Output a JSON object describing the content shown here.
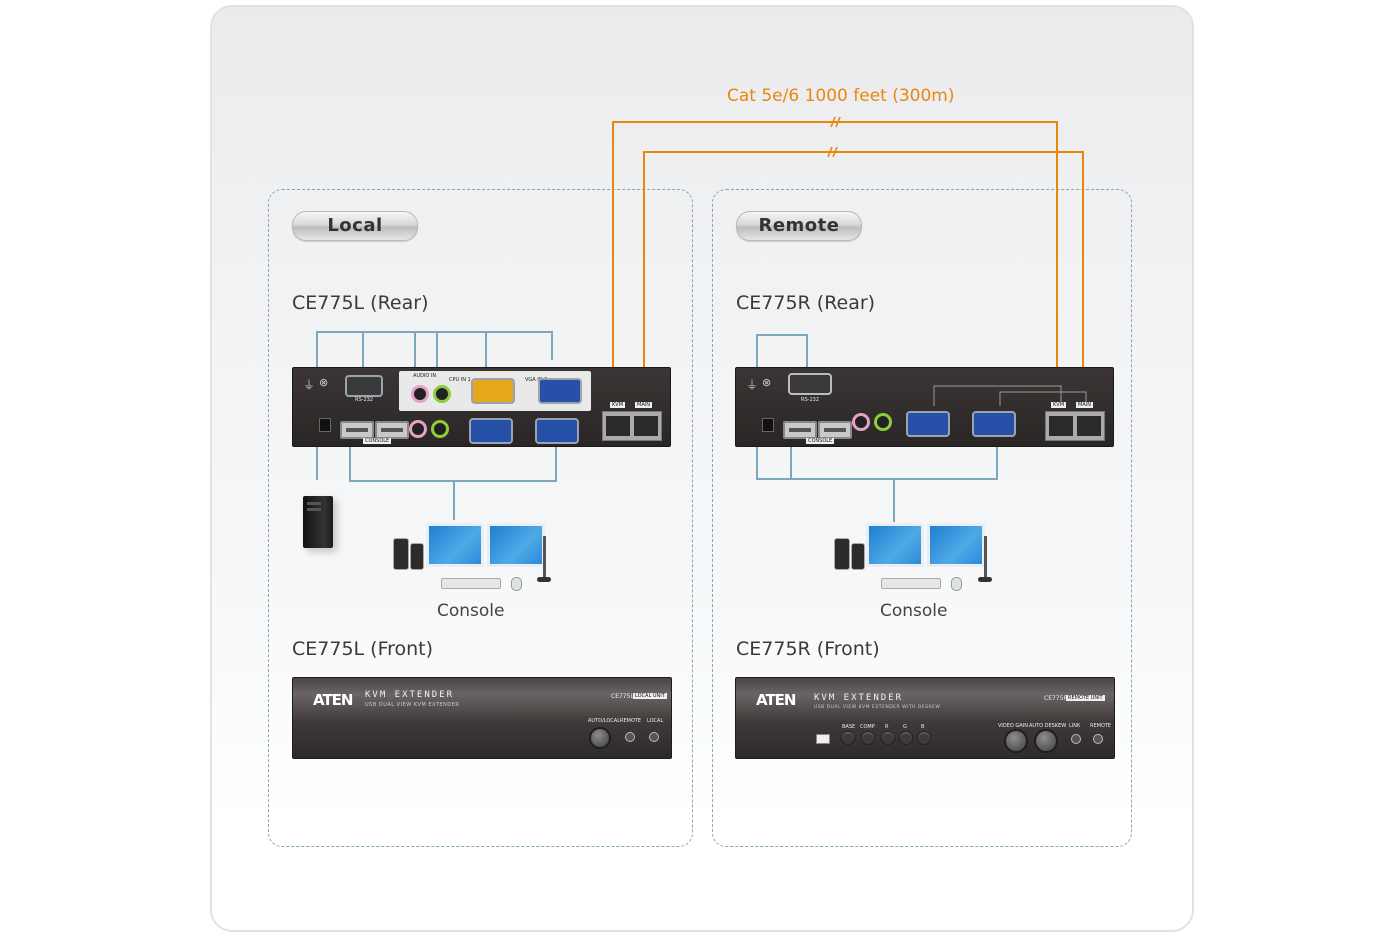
{
  "cable": {
    "label": "Cat 5e/6 1000 feet (300m)",
    "color": "#e8870f"
  },
  "connector_line_color": "#7ea7bf",
  "local": {
    "badge": "Local",
    "rear_title": "CE775L (Rear)",
    "front_title": "CE775L (Front)",
    "console_label": "Console",
    "rear_panel": {
      "rs232": "RS-232",
      "audio_in": "AUDIO IN",
      "cpu_in_1": "CPU IN 1",
      "vga_in_2": "VGA IN 2",
      "console": "CONSOLE",
      "port_a": "KVM",
      "port_b": "MAIN"
    },
    "front_panel": {
      "brand": "ATEN",
      "product": "KVM EXTENDER",
      "subtitle": "USB DUAL VIEW KVM EXTENDER",
      "model": "CE775L",
      "model_tag": "LOCAL UNIT",
      "controls": [
        "AUTO/LOCAL",
        "REMOTE",
        "LOCAL"
      ]
    }
  },
  "remote": {
    "badge": "Remote",
    "rear_title": "CE775R (Rear)",
    "front_title": "CE775R (Front)",
    "console_label": "Console",
    "rear_panel": {
      "rs232": "RS-232",
      "console": "CONSOLE",
      "port_a": "KVM",
      "port_b": "MAIN"
    },
    "front_panel": {
      "brand": "ATEN",
      "product": "KVM EXTENDER",
      "subtitle": "USB DUAL VIEW KVM EXTENDER WITH DESKEW",
      "model": "CE775R",
      "model_tag": "REMOTE UNIT",
      "buttons": [
        "BASE",
        "COMP",
        "R",
        "G",
        "B"
      ],
      "knobs": [
        "VIDEO GAIN",
        "AUTO DESKEW"
      ],
      "leds": [
        "LINK",
        "REMOTE"
      ]
    }
  }
}
